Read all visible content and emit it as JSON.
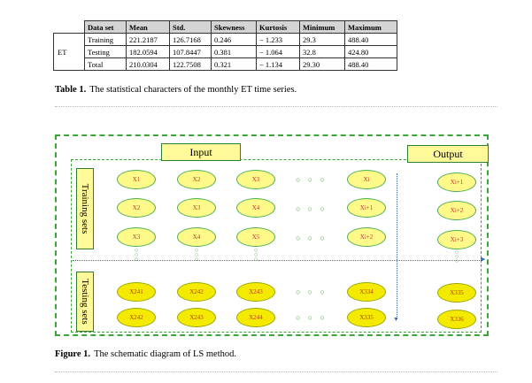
{
  "table": {
    "headers": [
      "Data set",
      "Mean",
      "Std.",
      "Skewness",
      "Kurtosis",
      "Minimum",
      "Maximum"
    ],
    "category": "ET",
    "rows": [
      [
        "Training",
        "221.2187",
        "126.7168",
        "0.246",
        "− 1.233",
        "29.3",
        "488.40"
      ],
      [
        "Testing",
        "182.0594",
        "107.8447",
        "0.381",
        "− 1.064",
        "32.8",
        "424.80"
      ],
      [
        "Total",
        "210.0304",
        "122.7508",
        "0.321",
        "− 1.134",
        "29.30",
        "488.40"
      ]
    ]
  },
  "table_caption": {
    "label": "Table 1.",
    "text": "The statistical characters of the monthly ET time series."
  },
  "diagram": {
    "input_label": "Input",
    "output_label": "Output",
    "training_label": "Training sets",
    "testing_label": "Testing sets",
    "ellipsis": "○ ○ ○",
    "vdots": "○\n○\n○",
    "train_rows": [
      [
        "X1",
        "X2",
        "X3",
        "Xi",
        "Xi+1"
      ],
      [
        "X2",
        "X3",
        "X4",
        "Xi+1",
        "Xi+2"
      ],
      [
        "X3",
        "X4",
        "X5",
        "Xi+2",
        "Xi+3"
      ]
    ],
    "test_rows": [
      [
        "X241",
        "X242",
        "X243",
        "X334",
        "X335"
      ],
      [
        "X242",
        "X243",
        "X244",
        "X335",
        "X336"
      ]
    ]
  },
  "figure_caption": {
    "label": "Figure 1.",
    "text": "The schematic diagram of LS method."
  }
}
